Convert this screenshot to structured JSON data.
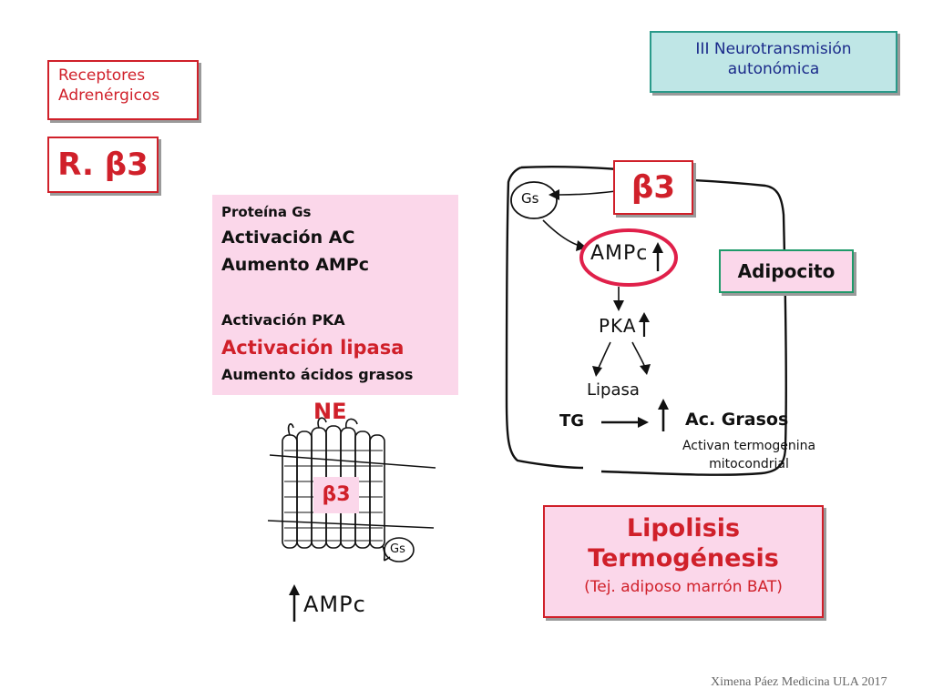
{
  "header": {
    "section_line1": "III Neurotransmisión",
    "section_line2": "autonómica"
  },
  "topic": {
    "line1": "Receptores",
    "line2": "Adrenérgicos"
  },
  "receptor_title": "R. β3",
  "cascade": {
    "items": [
      "Proteína Gs",
      "Activación AC",
      "Aumento AMPc",
      "Activación PKA",
      "Activación lipasa",
      "Aumento ácidos grasos"
    ]
  },
  "receptor_diagram": {
    "ligand": "NE",
    "receptor": "β3",
    "gprotein": "Gs",
    "second_messenger": "AMPc"
  },
  "cell": {
    "receptor": "β3",
    "gprotein": "Gs",
    "ampc": "AMPc",
    "pka": "PKA",
    "lipase": "Lipasa",
    "tg": "TG",
    "fatty_acids": "Ac. Grasos",
    "note_line1": "Activan termogenina",
    "note_line2": "mitocondrial",
    "cell_label": "Adipocito"
  },
  "outcome": {
    "line1": "Lipolisis",
    "line2": "Termogénesis",
    "line3": "(Tej. adiposo marrón BAT)"
  },
  "credit": "Ximena Páez Medicina ULA 2017",
  "colors": {
    "red": "#d0202a",
    "pink_panel": "#fbd7ea",
    "teal_panel": "#bfe6e6",
    "teal_border": "#2a9a8a",
    "ink": "#111111"
  }
}
